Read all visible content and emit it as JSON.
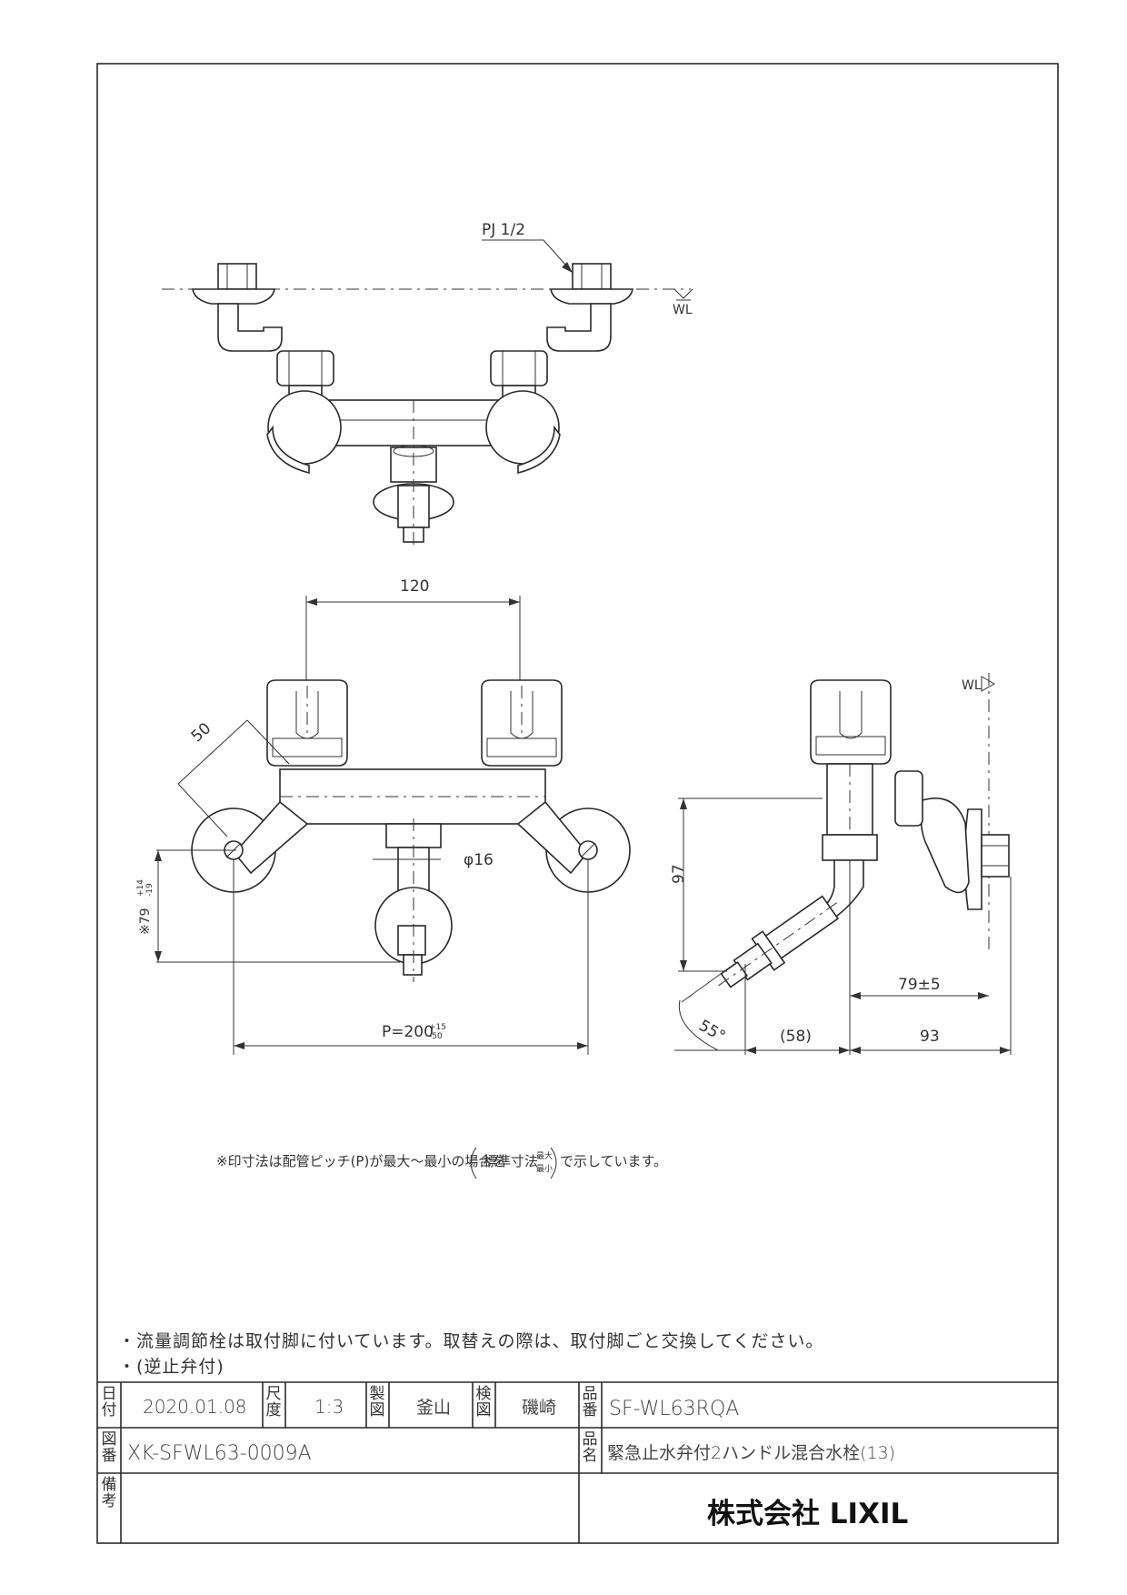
{
  "drawing": {
    "top_view": {
      "thread_label": "PJ 1/2",
      "water_level": "WL"
    },
    "front_view": {
      "handle_pitch": "120",
      "diagonal_dim": "50",
      "spout_dia": "φ16",
      "pitch_label": "P=200",
      "pitch_tol_upper": "+15",
      "pitch_tol_lower": "-50",
      "height_label": "※79",
      "height_tol_upper": "+14",
      "height_tol_lower": "-19"
    },
    "side_view": {
      "water_level": "WL",
      "height": "97",
      "depth_1": "79±5",
      "angle": "55°",
      "depth_2": "(58)",
      "depth_3": "93"
    }
  },
  "footnote": {
    "before": "※印寸法は配管ピッチ(P)が最大～最小の場合を",
    "paren_label": "標準寸法",
    "upper": "最大",
    "lower": "最小",
    "after": "で示しています。"
  },
  "notes": [
    "・流量調節栓は取付脚に付いています。取替えの際は、取付脚ごと交換してください。",
    "・(逆止弁付)"
  ],
  "title_block": {
    "date_label_1": "日",
    "date_label_2": "付",
    "date": "2020.01.08",
    "scale_label_1": "尺",
    "scale_label_2": "度",
    "scale": "1:3",
    "drafter_label_1": "製",
    "drafter_label_2": "図",
    "drafter": "釜山",
    "checker_label_1": "検",
    "checker_label_2": "図",
    "checker": "磯崎",
    "part_no_label_1": "品",
    "part_no_label_2": "番",
    "part_no": "SF-WL63RQA",
    "drawing_no_label_1": "図",
    "drawing_no_label_2": "番",
    "drawing_no": "XK-SFWL63-0009A",
    "name_label_1": "品",
    "name_label_2": "名",
    "product_name": "緊急止水弁付2ハンドル混合水栓(13)",
    "remarks_label_1": "備",
    "remarks_label_2": "考",
    "company": "株式会社 LIXIL"
  }
}
